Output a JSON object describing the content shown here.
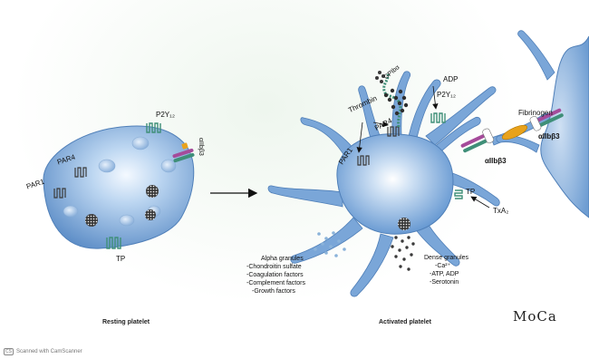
{
  "resting": {
    "caption": "Resting platelet",
    "labels": {
      "par1": "PAR1",
      "par4": "PAR4",
      "p2y12": "P2Y₁₂",
      "aiib": "αIIbβ3",
      "tp": "TP"
    }
  },
  "activated": {
    "caption": "Activated platelet",
    "labels": {
      "thrombin": "Thrombin",
      "gpib": "GPIbα",
      "adp": "ADP",
      "p2y12": "P2Y₁₂",
      "par4": "PAR4",
      "par1": "PAR1",
      "fibrinogen": "Fibrinogen",
      "aiib_left": "αIIbβ3",
      "aiib_right": "αIIbβ3",
      "tp": "TP",
      "txa2": "TxA₂"
    },
    "alpha_granules": {
      "title": "Alpha granules",
      "items": [
        "-Chondroitin sulfate",
        "-Coagulation factors",
        "-Complement factors",
        "-Growth factors"
      ]
    },
    "dense_granules": {
      "title": "Dense granules",
      "items": [
        "-Ca²⁺",
        "-ATP, ADP",
        "-Serotonin"
      ]
    }
  },
  "signature": "MoCa",
  "footer": {
    "badge": "CS",
    "text": "Scanned with CamScanner"
  },
  "colors": {
    "membrane": "#6f9bd0",
    "membrane_light": "#c6dcf2",
    "receptor": "#3f8f78",
    "fibrinogen": "#e8a21c",
    "granule": "#3a3a3a"
  }
}
